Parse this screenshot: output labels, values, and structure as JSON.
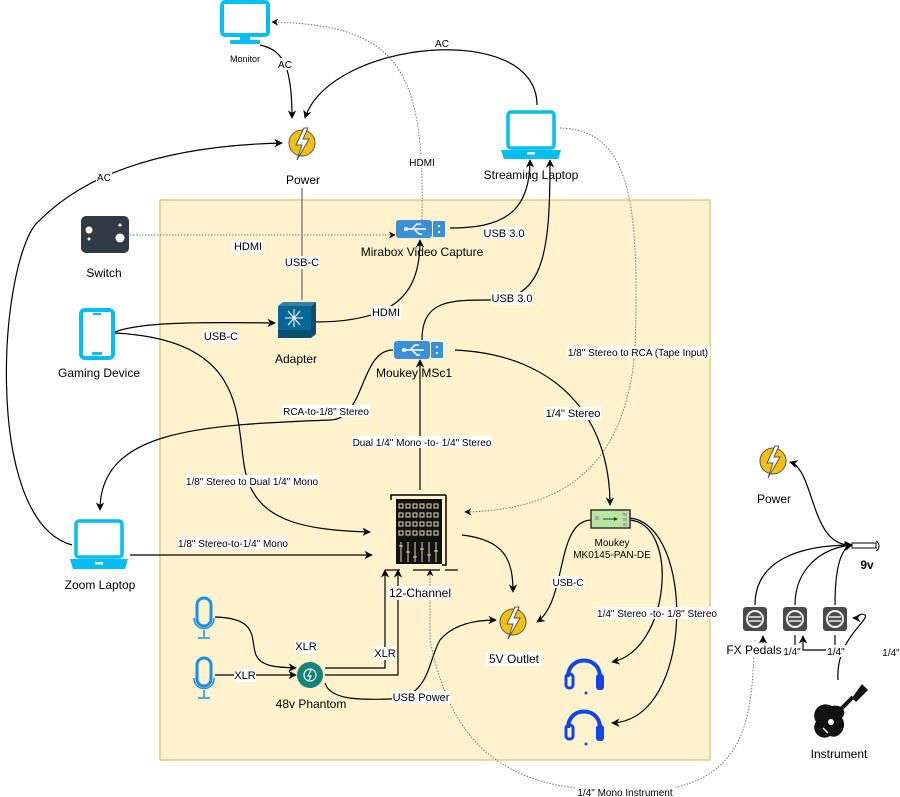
{
  "diagram": {
    "container_color": "#fff2cc",
    "container_border": "#d6b656",
    "nodes": {
      "monitor": "Monitor",
      "power_top": "Power",
      "streaming_laptop": "Streaming Laptop",
      "switch": "Switch",
      "mirabox": "Mirabox Video Capture",
      "gaming_device": "Gaming Device",
      "adapter": "Adapter",
      "moukey_msc1": "Moukey MSc1",
      "zoom_laptop": "Zoom Laptop",
      "mixer": "12-Channel",
      "moukey_pan_line1": "Moukey",
      "moukey_pan_line2": "MK0145-PAN-DE",
      "outlet_5v": "5V Outlet",
      "phantom": "48v Phantom",
      "power_right": "Power",
      "nine_volt": "9v",
      "fx_pedals": "FX Pedals",
      "instrument": "Instrument"
    },
    "edge_labels": {
      "monitor_ac": "AC",
      "laptop_ac": "AC",
      "zoom_ac": "AC",
      "hdmi_monitor": "HDMI",
      "switch_hdmi": "HDMI",
      "power_usbc": "USB-C",
      "mirabox_usb3": "USB 3.0",
      "adapter_hdmi": "HDMI",
      "gaming_usbc": "USB-C",
      "msc1_usb3": "USB 3.0",
      "tape_input": "1/8\" Stereo to RCA (Tape Input)",
      "rca_stereo": "RCA-to-1/8\" Stereo",
      "quarter_stereo": "1/4\" Stereo",
      "dual_mono": "Dual 1/4\" Mono -to- 1/4\" Stereo",
      "stereo_dual_mono": "1/8\" Stereo to Dual 1/4\" Mono",
      "zoom_mono": "1/8\" Stereo-to-1/4\" Mono",
      "pan_usbc": "USB-C",
      "headphone_stereo": "1/4\" Stereo -to- 1/8\" Stereo",
      "xlr1": "XLR",
      "xlr2": "XLR",
      "xlr3": "XLR",
      "usb_power": "USB Power",
      "pedal_q1": "1/4\"",
      "pedal_q2": "1/4\"",
      "instrument_q": "1/4\"",
      "mono_instrument": "1/4\" Mono Instrument"
    }
  }
}
